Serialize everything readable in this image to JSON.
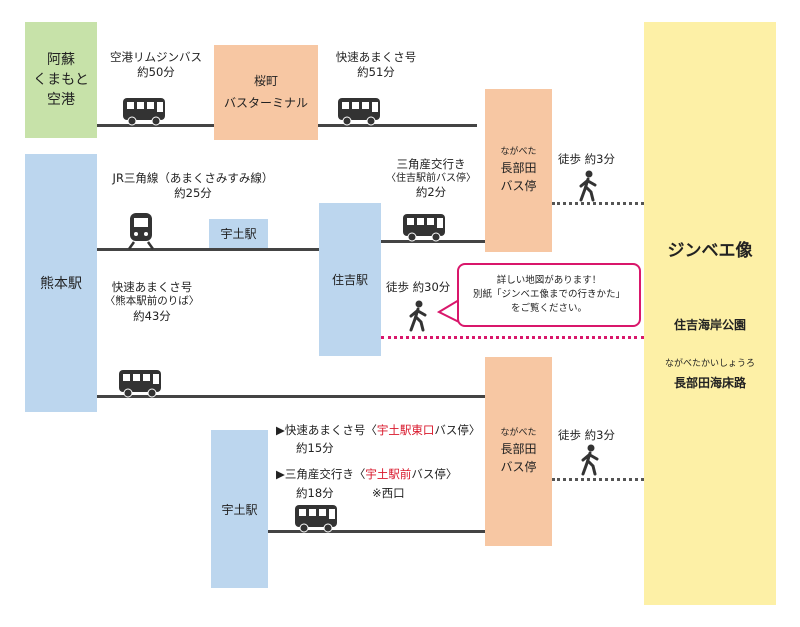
{
  "nodes": {
    "aso_airport": [
      "阿蘇",
      "くまもと",
      "空港"
    ],
    "sakuramachi": [
      "桜町",
      "バスターミナル"
    ],
    "kumamoto_station": "熊本駅",
    "uto_small": "宇土駅",
    "sumiyoshi": "住吉駅",
    "uto_station": "宇土駅",
    "nagabeta_ruby": "ながべた",
    "nagabeta_stop": [
      "長部田",
      "バス停"
    ],
    "destination": {
      "title": "ジンベエ像",
      "park": "住吉海岸公園",
      "road_ruby": "ながべたかいしょうろ",
      "road": "長部田海床路"
    }
  },
  "labels": {
    "airport_bus": "空港リムジンバス",
    "airport_bus_time": "約50分",
    "express_top": "快速あまくさ号",
    "express_top_time": "約51分",
    "walk": "徒歩",
    "walk_3": "約3分",
    "misumi_bus": "三角産交行き",
    "sumiyoshi_stop": "〈住吉駅前バス停〉",
    "misumi_bus_time": "約2分",
    "jr_line": "JR三角線（あまくさみすみ線）",
    "jr_time": "約25分",
    "walk_30": "約30分",
    "express_kuma": "快速あまくさ号",
    "kuma_stop": "〈熊本駅前のりば〉",
    "express_kuma_time": "約43分",
    "uto_route1_prefix": "▶快速あまくさ号",
    "uto_route1_stop_open": "〈",
    "uto_route1_stop": "宇土駅東口",
    "uto_route1_stop_close": "バス停〉",
    "uto_route1_time": "約15分",
    "uto_route2_prefix": "▶三角産交行き",
    "uto_route2_stop_open": "〈",
    "uto_route2_stop": "宇土駅前",
    "uto_route2_stop_close": "バス停〉",
    "uto_route2_note": "※西口",
    "uto_route2_time": "約18分"
  },
  "callout": [
    "詳しい地図があります！",
    "別紙「ジンベエ像までの行きかた」",
    "をご覧ください。"
  ],
  "colors": {
    "green": "#c7e2a9",
    "blue": "#bcd6ee",
    "peach": "#f7c7a3",
    "yellow": "#fdf0a6",
    "pink": "#d9176b",
    "red": "#d9172b"
  }
}
